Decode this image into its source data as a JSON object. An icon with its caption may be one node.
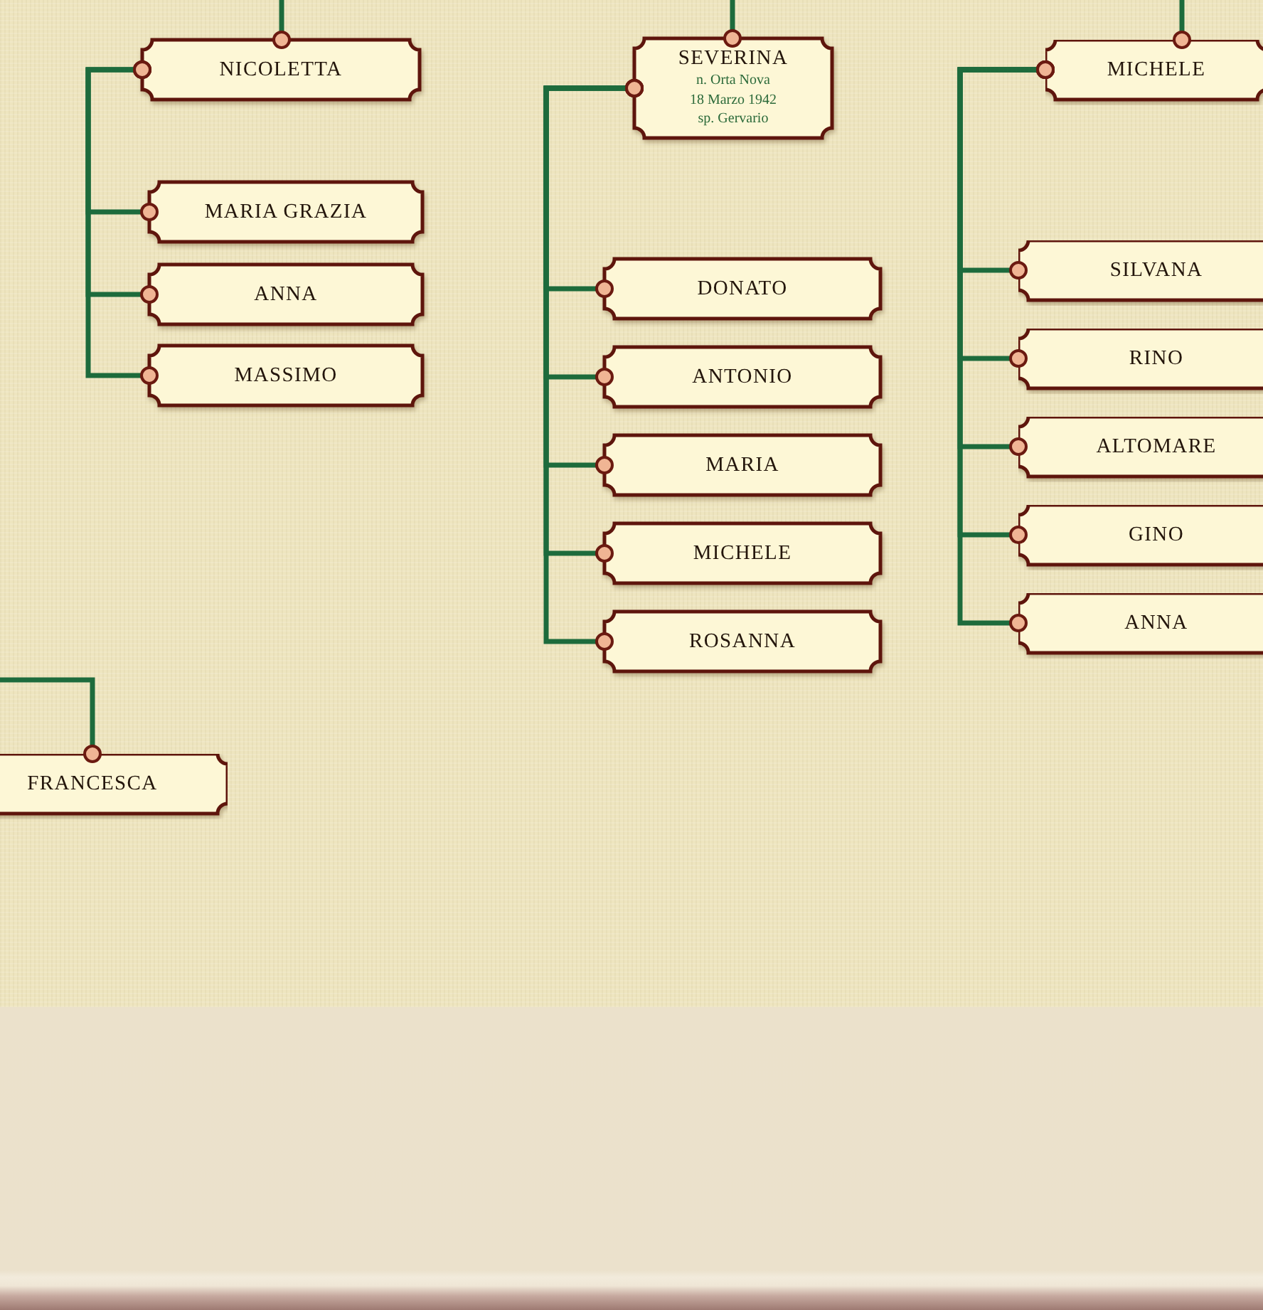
{
  "diagram": {
    "nodes": [
      {
        "text": [
          "NICOLETTA"
        ]
      },
      {
        "text": [
          "MARIA GRAZIA"
        ]
      },
      {
        "text": [
          "ANNA"
        ]
      },
      {
        "text": [
          "MASSIMO"
        ]
      },
      {
        "text": [
          "SEVERINA",
          "n. Orta Nova",
          "18 Marzo 1942",
          "sp. Gervario"
        ]
      },
      {
        "text": [
          "DONATO"
        ]
      },
      {
        "text": [
          "ANTONIO"
        ]
      },
      {
        "text": [
          "MARIA"
        ]
      },
      {
        "text": [
          "MICHELE"
        ]
      },
      {
        "text": [
          "ROSANNA"
        ]
      },
      {
        "text": [
          "MICHELE"
        ]
      },
      {
        "text": [
          "SILVANA"
        ]
      },
      {
        "text": [
          "RINO"
        ]
      },
      {
        "text": [
          "ALTOMARE"
        ]
      },
      {
        "text": [
          "GINO"
        ]
      },
      {
        "text": [
          "ANNA"
        ]
      },
      {
        "text": [
          "FRANCESCA"
        ]
      }
    ],
    "edges": [
      {
        "from": null,
        "to": 0,
        "arrow": "other"
      },
      {
        "from": 0,
        "to": 1,
        "arrow": "other"
      },
      {
        "from": 0,
        "to": 2,
        "arrow": "other"
      },
      {
        "from": 0,
        "to": 3,
        "arrow": "other"
      },
      {
        "from": null,
        "to": 4,
        "arrow": "other"
      },
      {
        "from": 4,
        "to": 5,
        "arrow": "other"
      },
      {
        "from": 4,
        "to": 6,
        "arrow": "other"
      },
      {
        "from": 4,
        "to": 7,
        "arrow": "other"
      },
      {
        "from": 4,
        "to": 8,
        "arrow": "other"
      },
      {
        "from": 4,
        "to": 9,
        "arrow": "other"
      },
      {
        "from": null,
        "to": 10,
        "arrow": "other"
      },
      {
        "from": 10,
        "to": 11,
        "arrow": "other"
      },
      {
        "from": 10,
        "to": 12,
        "arrow": "other"
      },
      {
        "from": 10,
        "to": 13,
        "arrow": "other"
      },
      {
        "from": 10,
        "to": 14,
        "arrow": "other"
      },
      {
        "from": 10,
        "to": 15,
        "arrow": "other"
      },
      {
        "from": null,
        "to": 16,
        "arrow": "other"
      }
    ]
  }
}
